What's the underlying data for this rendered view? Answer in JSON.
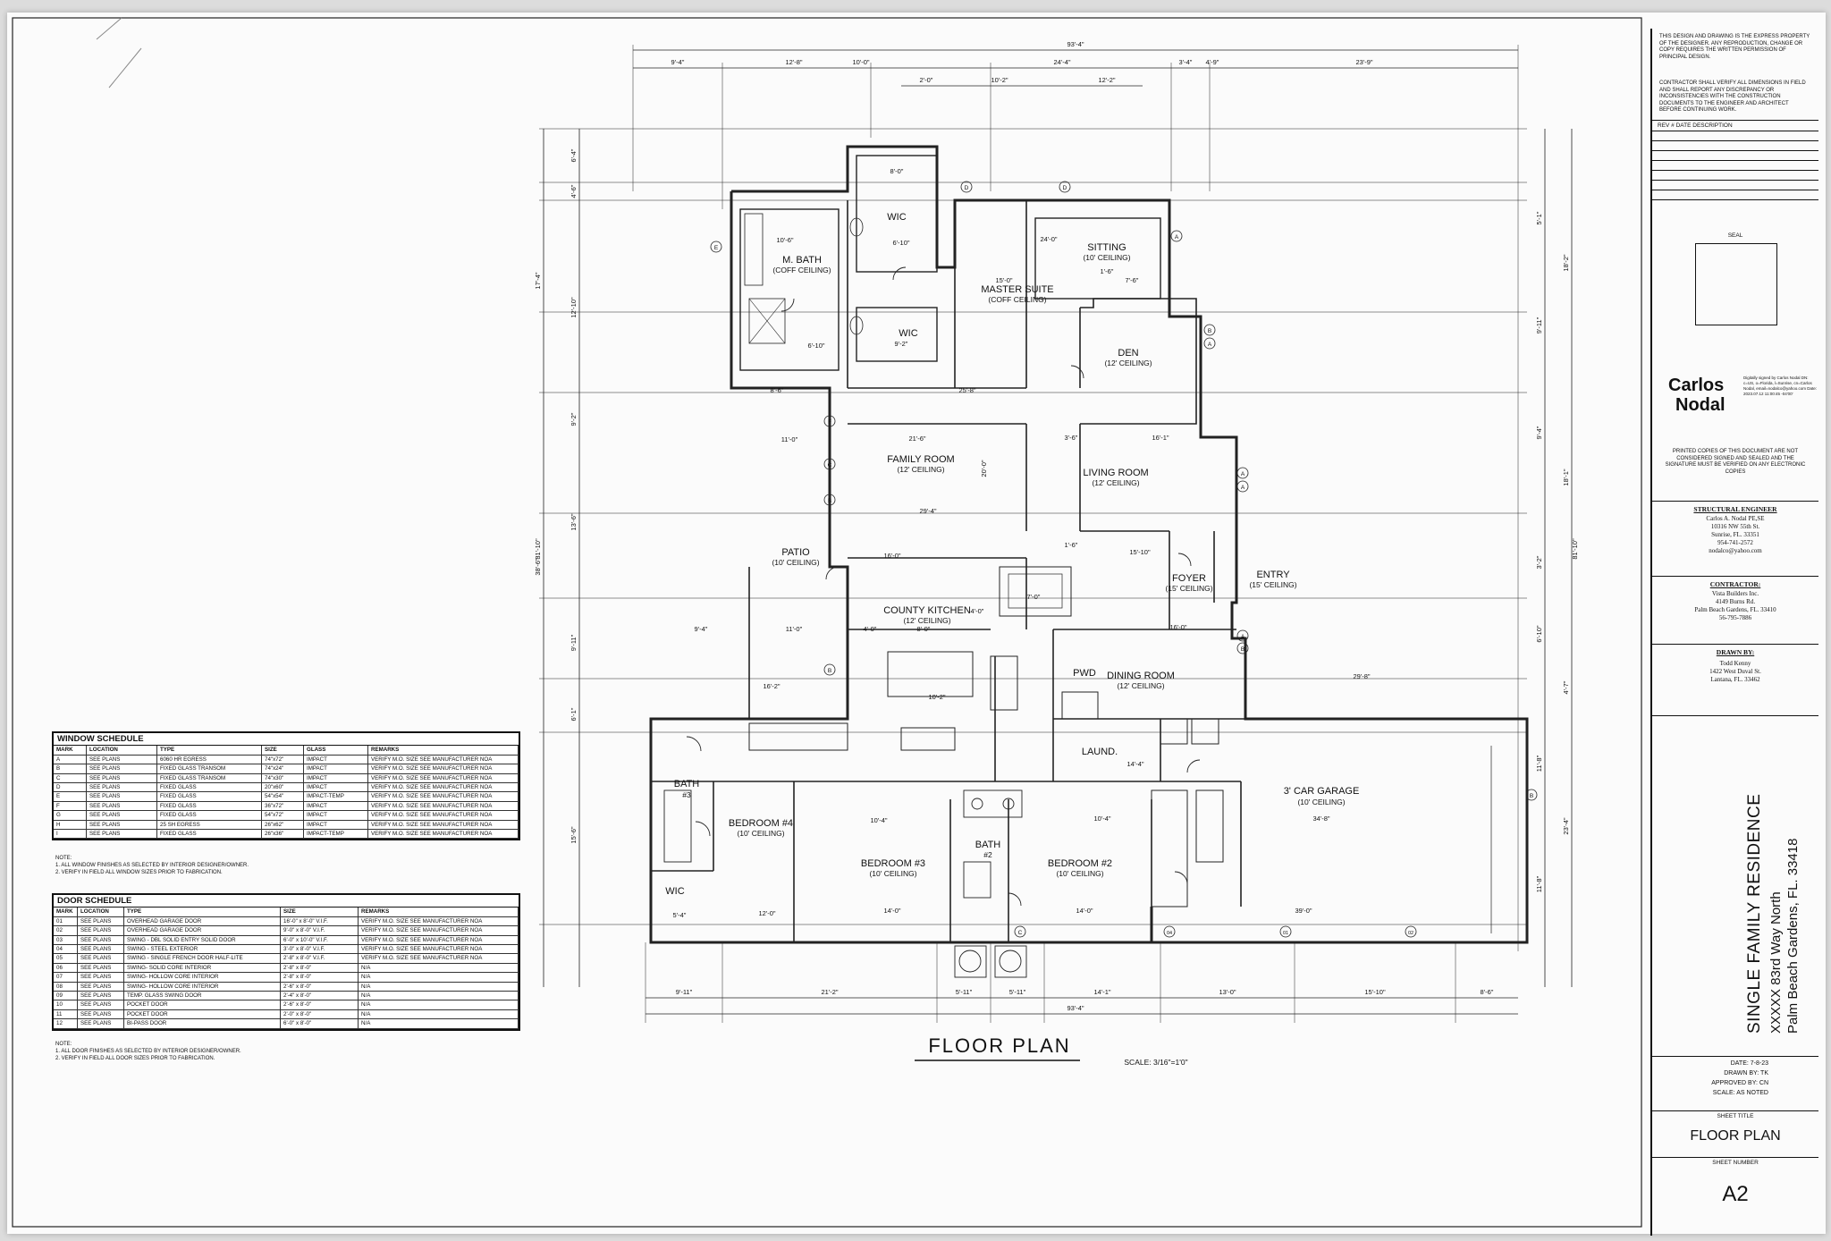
{
  "title": {
    "main": "FLOOR PLAN",
    "scale": "SCALE: 3/16\"=1'0\""
  },
  "rooms": [
    {
      "name": "M. BATH",
      "ceiling": "(COFF CEILING)"
    },
    {
      "name": "WIC",
      "ceiling": ""
    },
    {
      "name": "WIC",
      "ceiling": ""
    },
    {
      "name": "SITTING",
      "ceiling": "(10' CEILING)"
    },
    {
      "name": "MASTER SUITE",
      "ceiling": "(COFF CEILING)"
    },
    {
      "name": "DEN",
      "ceiling": "(12' CEILING)"
    },
    {
      "name": "FAMILY ROOM",
      "ceiling": "(12' CEILING)"
    },
    {
      "name": "LIVING ROOM",
      "ceiling": "(12' CEILING)"
    },
    {
      "name": "PATIO",
      "ceiling": "(10' CEILING)"
    },
    {
      "name": "FOYER",
      "ceiling": "(15' CEILING)"
    },
    {
      "name": "ENTRY",
      "ceiling": "(15' CEILING)"
    },
    {
      "name": "COUNTY KITCHEN",
      "ceiling": "(12' CEILING)"
    },
    {
      "name": "DINING ROOM",
      "ceiling": "(12' CEILING)"
    },
    {
      "name": "PWD",
      "ceiling": ""
    },
    {
      "name": "LAUND.",
      "ceiling": ""
    },
    {
      "name": "BATH",
      "ceiling": "#3"
    },
    {
      "name": "BEDROOM #4",
      "ceiling": "(10' CEILING)"
    },
    {
      "name": "WIC",
      "ceiling": ""
    },
    {
      "name": "BEDROOM #3",
      "ceiling": "(10' CEILING)"
    },
    {
      "name": "BATH",
      "ceiling": "#2"
    },
    {
      "name": "BEDROOM #2",
      "ceiling": "(10' CEILING)"
    },
    {
      "name": "3' CAR GARAGE",
      "ceiling": "(10' CEILING)"
    }
  ],
  "dimensions": {
    "overall_top": "93'-4\"",
    "overall_bottom": "93'-4\"",
    "overall_left": "81'-10\"",
    "overall_right": "81'-10\"",
    "top_row": [
      "9'-4\"",
      "12'-8\"",
      "10'-0\"",
      "24'-4\"",
      "3'-4\"",
      "4'-9\"",
      "23'-9\""
    ],
    "top_row2": [
      "2'-0\"",
      "10'-2\"",
      "12'-2\""
    ],
    "bottom_row": [
      "9'-11\"",
      "21'-2\"",
      "5'-11\"",
      "5'-11\"",
      "14'-1\"",
      "13'-0\"",
      "15'-10\"",
      "8'-6\""
    ],
    "left_col": [
      "6'-4\"",
      "4'-6\"",
      "17'-4\"",
      "12'-10\"",
      "9'-2\"",
      "13'-6\"",
      "38'-6\"",
      "9'-11\"",
      "6'-1\"",
      "15'-6\""
    ],
    "right_col": [
      "5'-1\"",
      "18'-2\"",
      "9'-11\"",
      "9'-4\"",
      "18'-1\"",
      "6'-10\"",
      "3'-2\"",
      "4'-7\"",
      "11'-8\"",
      "23'-4\"",
      "11'-8\""
    ],
    "interior": [
      "10'-6\"",
      "8'-0\"",
      "6'-10\"",
      "24'-0\"",
      "15'-0\"",
      "7'-6\"",
      "1'-6\"",
      "6'-10\"",
      "9'-2\"",
      "25'-8\"",
      "8'-6\"",
      "11'-0\"",
      "21'-6\"",
      "16'-1\"",
      "3'-6\"",
      "16'-0\"",
      "20'-0\"",
      "29'-4\"",
      "7'-0\"",
      "15'-10\"",
      "1'-6\"",
      "9'-4\"",
      "11'-0\"",
      "4'-0\"",
      "8'-0\"",
      "4'-0\"",
      "16'-0\"",
      "29'-8\"",
      "16'-2\"",
      "10'-2\"",
      "14'-4\"",
      "10'-4\"",
      "10'-4\"",
      "34'-8\"",
      "14'-0\"",
      "14'-0\"",
      "12'-0\"",
      "39'-0\"",
      "5'-4\""
    ]
  },
  "grid_markers": [
    "E",
    "F",
    "C",
    "D",
    "D",
    "A",
    "B",
    "A",
    "A",
    "A",
    "A",
    "B",
    "B",
    "B",
    "B",
    "C"
  ],
  "door_marks": [
    "01",
    "02",
    "03",
    "04",
    "05",
    "06",
    "07",
    "08",
    "09",
    "10",
    "11",
    "12"
  ],
  "window_schedule": {
    "title": "WINDOW SCHEDULE",
    "headers": [
      "MARK",
      "LOCATION",
      "TYPE",
      "SIZE",
      "GLASS",
      "REMARKS"
    ],
    "rows": [
      [
        "A",
        "SEE PLANS",
        "6060 HR EGRESS",
        "74\"x72\"",
        "IMPACT",
        "VERIFY M.O. SIZE SEE MANUFACTURER NOA"
      ],
      [
        "B",
        "SEE PLANS",
        "FIXED GLASS TRANSOM",
        "74\"x24\"",
        "IMPACT",
        "VERIFY M.O. SIZE SEE MANUFACTURER NOA"
      ],
      [
        "C",
        "SEE PLANS",
        "FIXED GLASS TRANSOM",
        "74\"x30\"",
        "IMPACT",
        "VERIFY M.O. SIZE SEE MANUFACTURER NOA"
      ],
      [
        "D",
        "SEE PLANS",
        "FIXED GLASS",
        "20\"x60\"",
        "IMPACT",
        "VERIFY M.O. SIZE SEE MANUFACTURER NOA"
      ],
      [
        "E",
        "SEE PLANS",
        "FIXED GLASS",
        "54\"x54\"",
        "IMPACT-TEMP",
        "VERIFY M.O. SIZE SEE MANUFACTURER NOA"
      ],
      [
        "F",
        "SEE PLANS",
        "FIXED GLASS",
        "36\"x72\"",
        "IMPACT",
        "VERIFY M.O. SIZE SEE MANUFACTURER NOA"
      ],
      [
        "G",
        "SEE PLANS",
        "FIXED GLASS",
        "54\"x72\"",
        "IMPACT",
        "VERIFY M.O. SIZE SEE MANUFACTURER NOA"
      ],
      [
        "H",
        "SEE PLANS",
        "25 SH EGRESS",
        "26\"x62\"",
        "IMPACT",
        "VERIFY M.O. SIZE SEE MANUFACTURER NOA"
      ],
      [
        "I",
        "SEE PLANS",
        "FIXED GLASS",
        "26\"x36\"",
        "IMPACT-TEMP",
        "VERIFY M.O. SIZE SEE MANUFACTURER NOA"
      ]
    ],
    "notes": [
      "NOTE:",
      "1. ALL WINDOW FINISHES AS SELECTED BY INTERIOR DESIGNER/OWNER.",
      "2. VERIFY IN FIELD ALL WINDOW SIZES PRIOR TO FABRICATION."
    ]
  },
  "door_schedule": {
    "title": "DOOR SCHEDULE",
    "headers": [
      "MARK",
      "LOCATION",
      "TYPE",
      "SIZE",
      "REMARKS"
    ],
    "rows": [
      [
        "01",
        "SEE PLANS",
        "OVERHEAD GARAGE DOOR",
        "16'-0\" x 8'-0\" V.I.F.",
        "VERIFY M.O. SIZE SEE MANUFACTURER NOA"
      ],
      [
        "02",
        "SEE PLANS",
        "OVERHEAD GARAGE DOOR",
        "9'-0\" x 8'-0\" V.I.F.",
        "VERIFY M.O. SIZE SEE MANUFACTURER NOA"
      ],
      [
        "03",
        "SEE PLANS",
        "SWING - DBL SOLID ENTRY SOLID DOOR",
        "6'-0\" x 10'-0\" V.I.F.",
        "VERIFY M.O. SIZE SEE MANUFACTURER NOA"
      ],
      [
        "04",
        "SEE PLANS",
        "SWING - STEEL EXTERIOR",
        "3'-0\" x 8'-0\" V.I.F.",
        "VERIFY M.O. SIZE SEE MANUFACTURER NOA"
      ],
      [
        "05",
        "SEE PLANS",
        "SWING - SINGLE FRENCH DOOR HALF-LITE",
        "2'-8\" x 8'-0\" V.I.F.",
        "VERIFY M.O. SIZE SEE MANUFACTURER NOA"
      ],
      [
        "06",
        "SEE PLANS",
        "SWING- SOLID CORE INTERIOR",
        "2'-8\" x 8'-0\"",
        "N/A"
      ],
      [
        "07",
        "SEE PLANS",
        "SWING- HOLLOW CORE INTERIOR",
        "2'-8\" x 8'-0\"",
        "N/A"
      ],
      [
        "08",
        "SEE PLANS",
        "SWING- HOLLOW CORE INTERIOR",
        "2'-6\" x 8'-0\"",
        "N/A"
      ],
      [
        "09",
        "SEE PLANS",
        "TEMP. GLASS SWING DOOR",
        "2'-4\" x 8'-0\"",
        "N/A"
      ],
      [
        "10",
        "SEE PLANS",
        "POCKET DOOR",
        "2'-6\" x 8'-0\"",
        "N/A"
      ],
      [
        "11",
        "SEE PLANS",
        "POCKET DOOR",
        "2'-0\" x 8'-0\"",
        "N/A"
      ],
      [
        "12",
        "SEE PLANS",
        "BI-PASS DOOR",
        "6'-0\" x 8'-0\"",
        "N/A"
      ]
    ],
    "notes": [
      "NOTE:",
      "1. ALL DOOR FINISHES AS SELECTED BY INTERIOR DESIGNER/OWNER.",
      "2. VERIFY IN FIELD ALL DOOR SIZES PRIOR TO FABRICATION."
    ]
  },
  "title_block": {
    "ownership": "THIS DESIGN AND DRAWING IS THE EXPRESS PROPERTY OF THE DESIGNER. ANY REPRODUCTION, CHANGE OR COPY REQUIRES THE WRITTEN PERMISSION OF PRINCIPAL DESIGN.",
    "contractor_note": "CONTRACTOR SHALL VERIFY ALL DIMENSIONS IN FIELD AND SHALL REPORT ANY DISCREPANCY OR INCONSISTENCIES WITH THE CONSTRUCTION DOCUMENTS TO THE ENGINEER AND ARCHITECT BEFORE CONTINUING WORK.",
    "rev_header": "REV #  DATE  DESCRIPTION",
    "seal_label": "SEAL",
    "signer_first": "Carlos",
    "signer_last": "Nodal",
    "signer_digital": "Digitally signed by Carlos Nodal DN: c=US, o=Florida, l=Sunrise, cn=Carlos Nodal, email=nodalco@yahoo.com Date: 2023.07.12 11:00:45 -04'00'",
    "printed_note": "PRINTED COPIES OF THIS DOCUMENT ARE NOT CONSIDERED SIGNED AND SEALED AND THE SIGNATURE MUST BE VERIFIED ON ANY ELECTRONIC COPIES",
    "structural_label": "STRUCTURAL ENGINEER",
    "structural_lines": [
      "Carlos A. Nodal PE,SE",
      "10316 NW 55th St.",
      "Sunrise, FL. 33351",
      "954-741-2572",
      "nodalco@yahoo.com"
    ],
    "contractor_label": "CONTRACTOR:",
    "contractor_lines": [
      "Vista Builders Inc.",
      "4149 Burns Rd.",
      "Palm Beach Gardens, FL. 33410",
      "56-795-7886"
    ],
    "drawn_label": "DRAWN BY:",
    "drawn_lines": [
      "Todd Kenny",
      "1422 West Duval St.",
      "Lantana, FL. 33462"
    ],
    "project_title": "SINGLE FAMILY RESIDENCE",
    "project_address1": "XXXXX 83rd Way North",
    "project_address2": "Palm Beach Gardens, FL. 33418",
    "date": "DATE: 7-8-23",
    "drawn_by": "DRAWN BY: TK",
    "approved_by": "APPROVED BY: CN",
    "scale": "SCALE: AS NOTED",
    "sheet_title_label": "SHEET TITLE",
    "sheet_title": "FLOOR PLAN",
    "sheet_number_label": "SHEET NUMBER",
    "sheet_number": "A2"
  }
}
